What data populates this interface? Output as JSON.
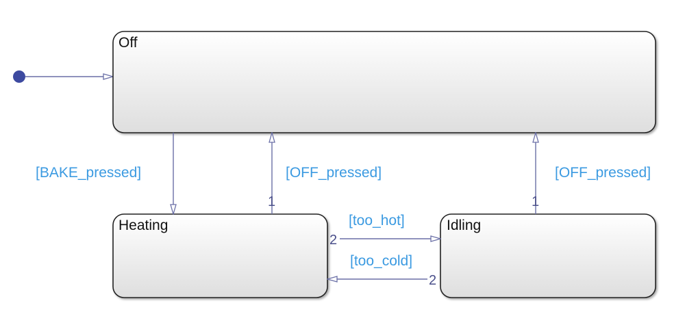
{
  "diagram": {
    "states": {
      "off": "Off",
      "heating": "Heating",
      "idling": "Idling"
    },
    "transitions": {
      "off_to_heating": {
        "guard": "[BAKE_pressed]"
      },
      "heating_to_off": {
        "guard": "[OFF_pressed]",
        "order": "1"
      },
      "idling_to_off": {
        "guard": "[OFF_pressed]",
        "order": "1"
      },
      "heating_to_idling": {
        "guard": "[too_hot]",
        "order": "2"
      },
      "idling_to_heating": {
        "guard": "[too_cold]",
        "order": "2"
      }
    },
    "colors": {
      "state_border": "#222222",
      "transition": "#6a6fa6",
      "guard_text": "#3b9ae1",
      "default_dot": "#3d4aa0"
    }
  }
}
